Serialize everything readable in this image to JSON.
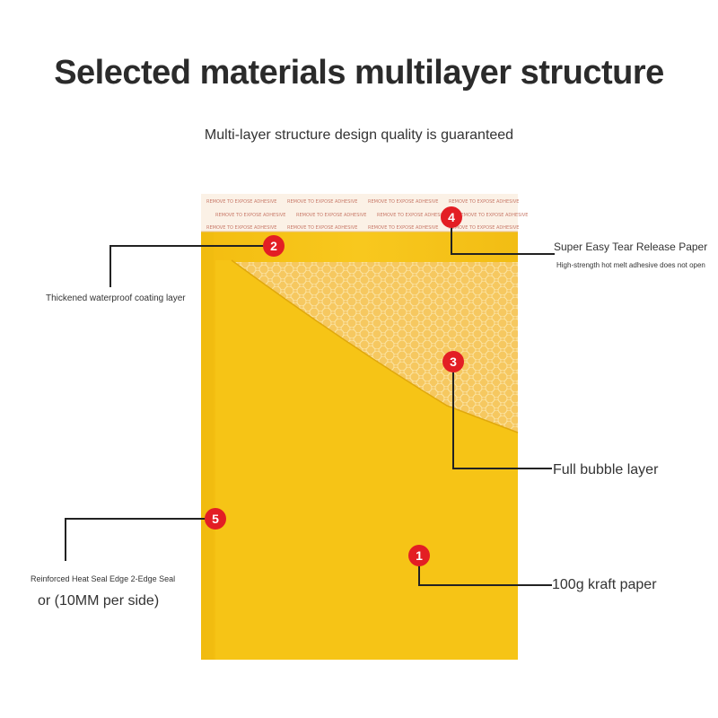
{
  "title": "Selected materials multilayer structure",
  "subtitle": "Multi-layer structure design quality is guaranteed",
  "tape_text": "REMOVE TO EXPOSE ADHESIVE",
  "callouts": [
    {
      "number": "1",
      "label": "100g kraft paper"
    },
    {
      "number": "2",
      "label": "Thickened waterproof coating layer"
    },
    {
      "number": "3",
      "label": "Full bubble layer"
    },
    {
      "number": "4",
      "label": "Super Easy Tear Release Paper",
      "sublabel": "High-strength hot melt adhesive does not open"
    },
    {
      "number": "5",
      "label": "Reinforced Heat Seal Edge 2-Edge Seal",
      "sublabel": "or (10MM per side)"
    }
  ],
  "colors": {
    "envelope": "#f7c51a",
    "marker": "#e31e24",
    "line": "#222222"
  }
}
